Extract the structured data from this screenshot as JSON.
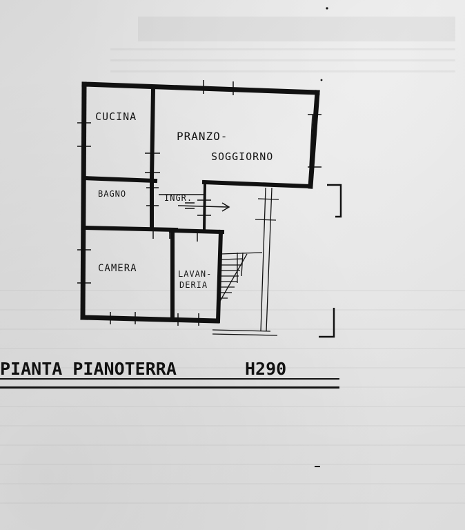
{
  "plan": {
    "title_main": "PIANTA PIANOTERRA",
    "title_height": "H290"
  },
  "rooms": {
    "cucina": "CUCINA",
    "pranzo_line1": "PRANZO-",
    "pranzo_line2": "SOGGIORNO",
    "bagno": "BAGNO",
    "ingresso": "INGR.",
    "camera": "CAMERA",
    "lavanderia_line1": "LAVAN-",
    "lavanderia_line2": "DERIA"
  },
  "colors": {
    "paper": "#dddddd",
    "ink": "#111111"
  }
}
